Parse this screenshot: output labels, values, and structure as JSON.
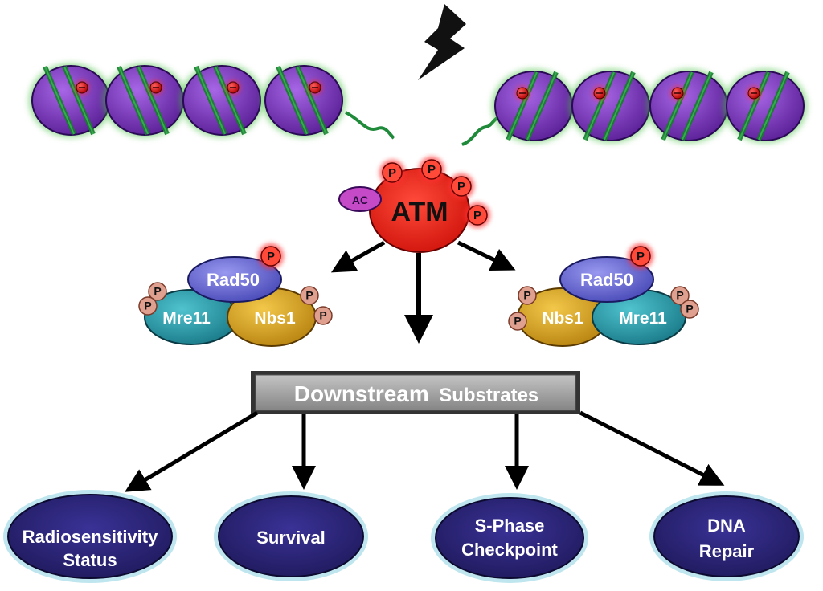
{
  "atm": {
    "label": "ATM",
    "acetyl_label": "AC",
    "phospho_label": "P"
  },
  "mrn_left": {
    "rad50": "Rad50",
    "mre11": "Mre11",
    "nbs1": "Nbs1",
    "phospho_label": "P"
  },
  "mrn_right": {
    "rad50": "Rad50",
    "nbs1": "Nbs1",
    "mre11": "Mre11",
    "phospho_label": "P"
  },
  "substrates": {
    "label_big": "Downstream",
    "label_small": "Substrates"
  },
  "outcomes": [
    {
      "line1": "Radiosensitivity",
      "line2": "Status"
    },
    {
      "line1": "Survival",
      "line2": ""
    },
    {
      "line1": "S-Phase",
      "line2": "Checkpoint"
    },
    {
      "line1": "DNA",
      "line2": "Repair"
    }
  ],
  "colors": {
    "nucleosome": "#7a36b8",
    "dna": "#1f8a3a",
    "atm": "#e8251b",
    "rad50": "#6a6ad6",
    "mre11": "#2a9aa8",
    "nbs1": "#d9a21a",
    "box": "#9a9a9a",
    "outcome": "#27216e"
  }
}
